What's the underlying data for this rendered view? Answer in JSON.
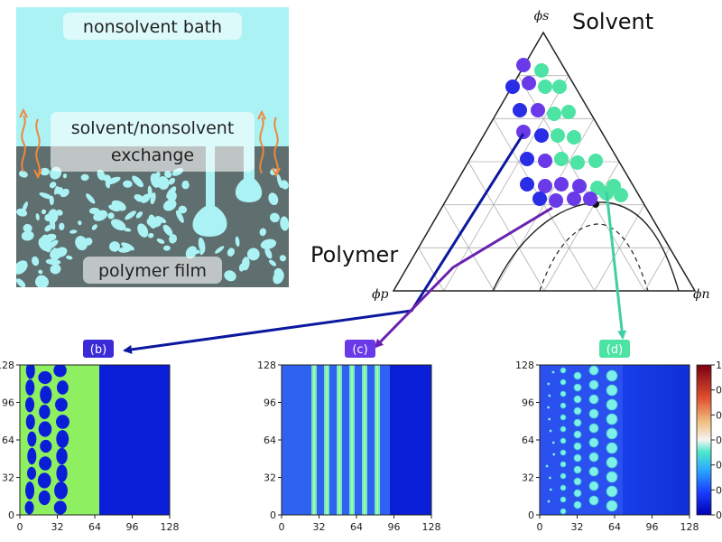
{
  "schematic": {
    "top_label": "nonsolvent bath",
    "exchange_line1": "solvent/nonsolvent",
    "exchange_line2": "exchange",
    "bottom_label": "polymer film",
    "colors": {
      "bath": "#aaf2f4",
      "film": "#5f6e6e",
      "droplet": "#aaf2f4",
      "arrow": "#f0873c"
    }
  },
  "ternary": {
    "vertex_top_label": "Solvent",
    "vertex_left_label": "Polymer",
    "phi_s": "ϕs",
    "phi_p": "ϕp",
    "phi_n": "ϕn",
    "colors": {
      "blue": "#2a2de6",
      "purple": "#6a3ae8",
      "green": "#4de3a4",
      "grid": "#b0b0b0"
    }
  },
  "arrows": {
    "to_b_color": "#0b179e",
    "to_c_color": "#6a22b0",
    "to_d_color": "#3fcfa4"
  },
  "panels": [
    {
      "tag": "(b)",
      "tag_color": "#3a2bd6"
    },
    {
      "tag": "(c)",
      "tag_color": "#6a3ae8"
    },
    {
      "tag": "(d)",
      "tag_color": "#4de3a4"
    }
  ],
  "axes": {
    "x_ticks": [
      "0",
      "32",
      "64",
      "96",
      "128"
    ],
    "y_ticks": [
      "0",
      "32",
      "64",
      "96",
      "128"
    ]
  },
  "colorbar": {
    "ticks": [
      "0",
      "0",
      "0",
      "0",
      "0",
      "0",
      "1"
    ]
  }
}
